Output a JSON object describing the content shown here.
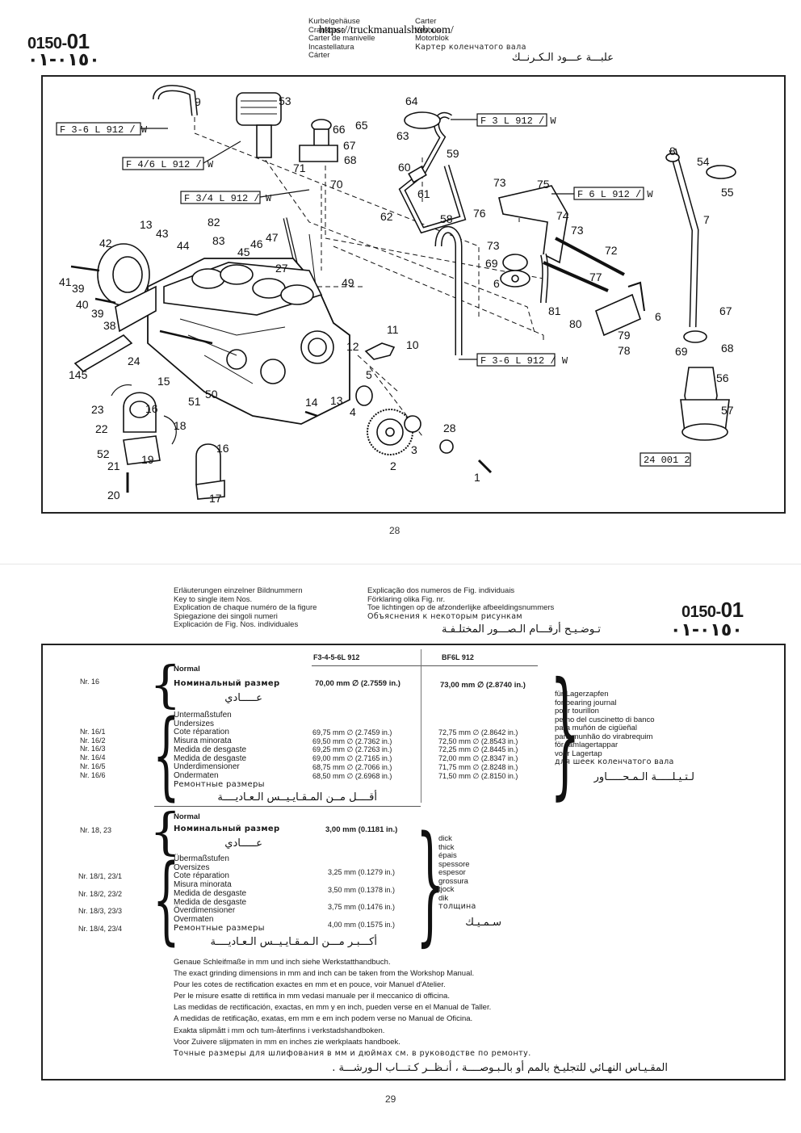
{
  "page1": {
    "code_prefix": "0150-",
    "code_suffix": "01",
    "code_arabic": "٠١٥٠-٠١",
    "titles_left": [
      "Kurbelgehäuse",
      "Crankcase",
      "Carter de manivelle",
      "Incastellatura",
      "Cárter"
    ],
    "titles_right": [
      "Carter",
      "Vevhus",
      "Motorblok",
      "Картер коленчатого вала"
    ],
    "title_arabic": "علبـــة عـــود الـكـرنــك",
    "url_overlay": "https://truckmanualshub.com/",
    "page_number": "28",
    "figure_ref": "24 001 2",
    "variant_boxes": [
      "F 3-6 L 912 / W",
      "F 4/6 L 912 / W",
      "F 3/4 L 912 / W",
      "F 3 L 912 / W",
      "F 6 L 912 / W",
      "F 3-6 L 912 / W"
    ],
    "callouts": [
      "9",
      "53",
      "64",
      "65",
      "66",
      "67",
      "68",
      "63",
      "59",
      "60",
      "61",
      "62",
      "71",
      "70",
      "73",
      "75",
      "76",
      "74",
      "73",
      "72",
      "8",
      "54",
      "55",
      "7",
      "13",
      "43",
      "82",
      "83",
      "42",
      "44",
      "45",
      "46",
      "47",
      "27",
      "41",
      "39",
      "40",
      "39",
      "38",
      "49",
      "58",
      "73",
      "69",
      "6",
      "77",
      "81",
      "80",
      "79",
      "78",
      "6",
      "67",
      "69",
      "68",
      "145",
      "24",
      "15",
      "12",
      "11",
      "10",
      "5",
      "13",
      "4",
      "51",
      "50",
      "14",
      "23",
      "16",
      "22",
      "18",
      "52",
      "21",
      "19",
      "16",
      "20",
      "17",
      "2",
      "3",
      "28",
      "1",
      "56",
      "57"
    ]
  },
  "page2": {
    "code_prefix": "0150-",
    "code_suffix": "01",
    "code_arabic": "٠١٥٠-٠١",
    "expl_left": [
      "Erläuterungen einzelner Bildnummern",
      "Key to single item Nos.",
      "Explication de chaque numéro de la figure",
      "Spiegazione dei singoli numeri",
      "Explicación de Fig. Nos. individuales"
    ],
    "expl_right": [
      "Explicação dos numeros de Fig. individuais",
      "Förklaring olika Fig. nr.",
      "Toe lichtingen op de afzonderlijke afbeeldingsnummers",
      "Объяснения к некоторым рисункам"
    ],
    "expl_arabic": "تـوضـيـح أرقـــام الـصـــور المختلـفـة",
    "col_head_1": "F3-4-5-6L 912",
    "col_head_2": "BF6L 912",
    "section1": {
      "nr_main": "Nr. 16",
      "normal_terms": [
        "Normal",
        "Номинальный размер"
      ],
      "normal_arabic": "عـــــادي",
      "normal_val_1": "70,00 mm ∅ (2.7559 in.)",
      "normal_val_2": "73,00 mm ∅ (2.8740 in.)",
      "sub_nrs": [
        "Nr. 16/1",
        "Nr. 16/2",
        "Nr. 16/3",
        "Nr. 16/4",
        "Nr. 16/5",
        "Nr. 16/6"
      ],
      "under_terms": [
        "Untermaßstufen",
        "Undersizes",
        "Cote réparation",
        "Misura minorata",
        "Medida de desgaste",
        "Medida de desgaste",
        "Underdimensioner",
        "Ondermaten",
        "Ремонтные размеры"
      ],
      "under_arabic": "أقــــل مــن المـقـايـيــس الـعـاديــــة",
      "vals_1": [
        "69,75 mm ∅ (2.7459 in.)",
        "69,50 mm ∅ (2.7362 in.)",
        "69,25 mm ∅ (2.7263 in.)",
        "69,00 mm ∅ (2.7165 in.)",
        "68,75 mm ∅ (2.7066 in.)",
        "68,50 mm ∅ (2.6968 in.)"
      ],
      "vals_2": [
        "72,75 mm ∅ (2.8642 in.)",
        "72,50 mm ∅ (2.8543 in.)",
        "72,25 mm ∅ (2.8445 in.)",
        "72,00 mm ∅ (2.8347 in.)",
        "71,75 mm ∅ (2.8248 in.)",
        "71,50 mm ∅ (2.8150 in.)"
      ],
      "side": [
        "für Lagerzapfen",
        "for bearing journal",
        "pour tourillon",
        "perno del cuscinetto di banco",
        "para muñón de cigüeñal",
        "para munhão do virabrequim",
        "för ramlagertappar",
        "voor Lagertap",
        "для шеек коленчатого вала"
      ],
      "side_arabic": "لـتـيـلـــــة الـمـحـــــاور"
    },
    "section2": {
      "nr_main": "Nr. 18, 23",
      "normal_terms": [
        "Normal",
        "Номинальный размер"
      ],
      "normal_arabic": "عـــــادي",
      "normal_val": "3,00 mm (0.1181 in.)",
      "sub_nrs": [
        "Nr. 18/1, 23/1",
        "Nr. 18/2, 23/2",
        "Nr. 18/3, 23/3",
        "Nr. 18/4, 23/4"
      ],
      "over_terms": [
        "Übermaßstufen",
        "Oversizes",
        "Cote réparation",
        "Misura minorata",
        "Medida de desgaste",
        "Medida de desgaste",
        "Överdimensioner",
        "Overmaten",
        "Ремонтные размеры"
      ],
      "over_arabic": "أكـــبـر مـــن الـمـقـايـيــس الـعـاديــــة",
      "vals": [
        "3,25 mm (0.1279 in.)",
        "3,50 mm (0.1378 in.)",
        "3,75 mm (0.1476 in.)",
        "4,00 mm (0.1575 in.)"
      ],
      "side": [
        "dick",
        "thick",
        "épais",
        "spessore",
        "espesor",
        "grossura",
        "tjock",
        "dik",
        "толщина"
      ],
      "side_arabic": "سـمـيـك"
    },
    "notes": [
      "Genaue Schleifmaße in mm und inch siehe Werkstatthandbuch.",
      "The exact grinding dimensions in mm and inch can be taken from the Workshop Manual.",
      "Pour les cotes de rectification exactes en mm et en pouce, voir Manuel d'Atelier.",
      "Per le misure esatte di rettifica in mm vedasi manuale per il meccanico di officina.",
      "Las medidas de rectificación, exactas, en mm y en inch, pueden verse en el Manual de Taller.",
      "A medidas de retificação, exatas, em mm e em inch podem verse no Manual de Oficina.",
      "Exakta slipmått i mm och tum-återfinns i verkstadshandboken.",
      "Voor Zuivere slijpmaten in mm en inches zie werkplaats handboek.",
      "Точные размеры для шлифования в мм и дюймах см. в руководстве по ремонту."
    ],
    "notes_arabic": "المقـيـاس النهـائي للتجليـخ بالمم أو بالـبـوصــــة ، أنـظــر كـتـــاب الـورشـــة .",
    "page_number": "29"
  }
}
